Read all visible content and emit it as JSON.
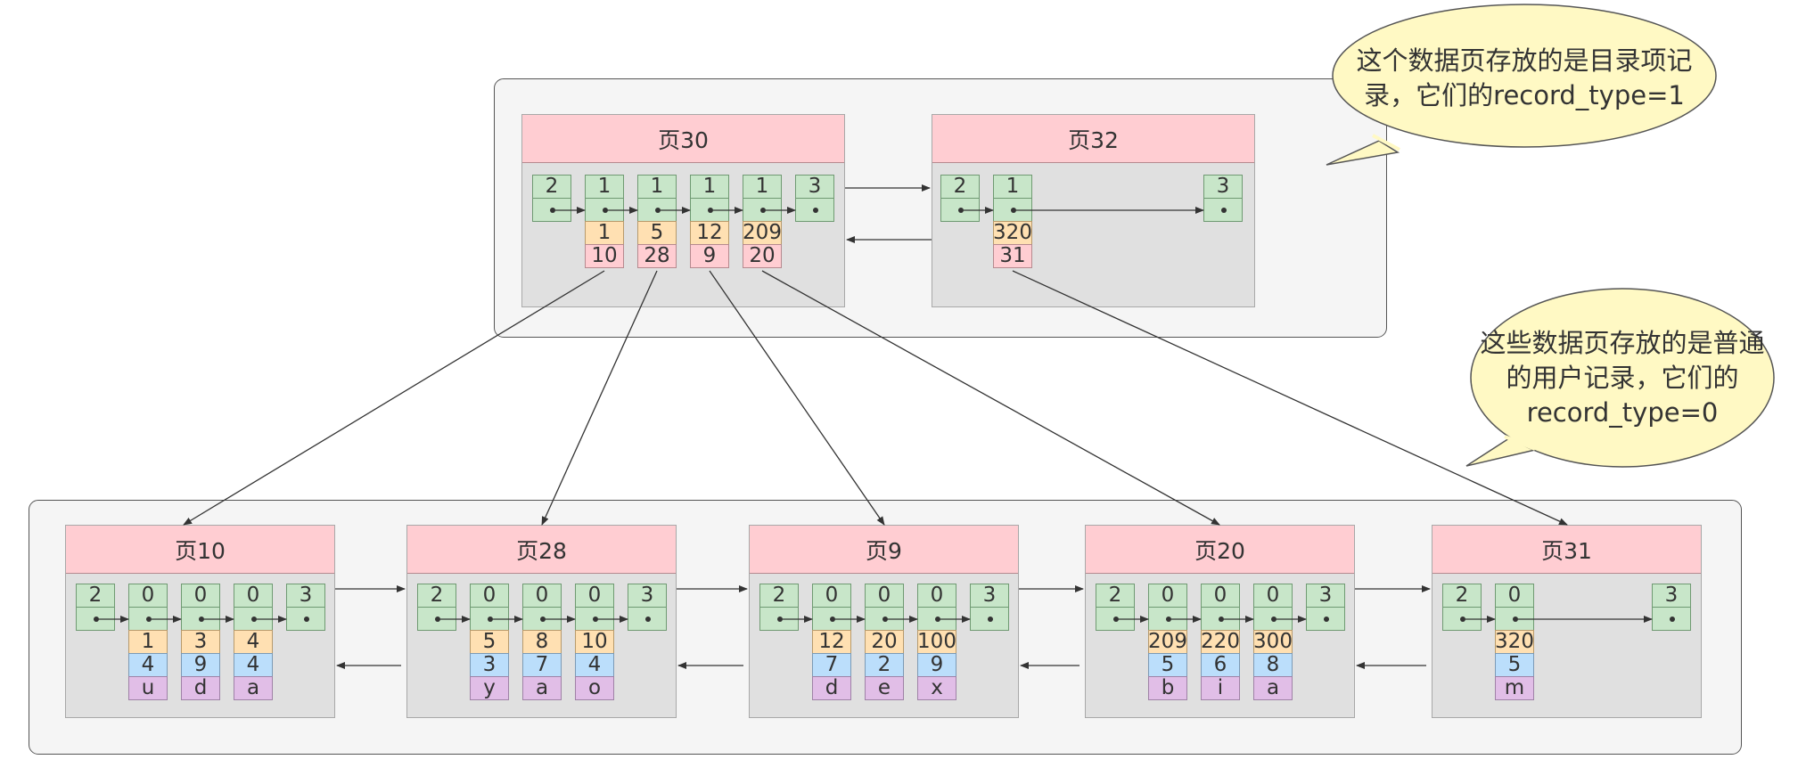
{
  "colors": {
    "page_header": "#ffcdd2",
    "page_body": "#e0e0e0",
    "record_type_cell": "#c8e6c9",
    "key_cell": "#ffe0b2",
    "page_no_cell": "#ffcdd2",
    "col2_cell": "#bbdefb",
    "col3_cell": "#e1bee7",
    "callout": "#fff9c4",
    "group_box": "#f5f5f5"
  },
  "callouts": [
    {
      "id": "directory-note",
      "text": "这个数据页存放的是目录项记录，它们的record_type=1"
    },
    {
      "id": "user-note",
      "text": "这些数据页存放的是普通的用户记录，它们的record_type=0"
    }
  ],
  "upper_pages": [
    {
      "title": "页30",
      "records": [
        {
          "type": "2"
        },
        {
          "type": "1",
          "key": "1",
          "page_no": "10"
        },
        {
          "type": "1",
          "key": "5",
          "page_no": "28"
        },
        {
          "type": "1",
          "key": "12",
          "page_no": "9"
        },
        {
          "type": "1",
          "key": "209",
          "page_no": "20"
        },
        {
          "type": "3"
        }
      ]
    },
    {
      "title": "页32",
      "records": [
        {
          "type": "2"
        },
        {
          "type": "1",
          "key": "320",
          "page_no": "31"
        },
        {
          "type": "3"
        }
      ]
    }
  ],
  "lower_pages": [
    {
      "title": "页10",
      "records": [
        {
          "type": "2"
        },
        {
          "type": "0",
          "c1": "1",
          "c2": "4",
          "c3": "u"
        },
        {
          "type": "0",
          "c1": "3",
          "c2": "9",
          "c3": "d"
        },
        {
          "type": "0",
          "c1": "4",
          "c2": "4",
          "c3": "a"
        },
        {
          "type": "3"
        }
      ]
    },
    {
      "title": "页28",
      "records": [
        {
          "type": "2"
        },
        {
          "type": "0",
          "c1": "5",
          "c2": "3",
          "c3": "y"
        },
        {
          "type": "0",
          "c1": "8",
          "c2": "7",
          "c3": "a"
        },
        {
          "type": "0",
          "c1": "10",
          "c2": "4",
          "c3": "o"
        },
        {
          "type": "3"
        }
      ]
    },
    {
      "title": "页9",
      "records": [
        {
          "type": "2"
        },
        {
          "type": "0",
          "c1": "12",
          "c2": "7",
          "c3": "d"
        },
        {
          "type": "0",
          "c1": "20",
          "c2": "2",
          "c3": "e"
        },
        {
          "type": "0",
          "c1": "100",
          "c2": "9",
          "c3": "x"
        },
        {
          "type": "3"
        }
      ]
    },
    {
      "title": "页20",
      "records": [
        {
          "type": "2"
        },
        {
          "type": "0",
          "c1": "209",
          "c2": "5",
          "c3": "b"
        },
        {
          "type": "0",
          "c1": "220",
          "c2": "6",
          "c3": "i"
        },
        {
          "type": "0",
          "c1": "300",
          "c2": "8",
          "c3": "a"
        },
        {
          "type": "3"
        }
      ]
    },
    {
      "title": "页31",
      "records": [
        {
          "type": "2"
        },
        {
          "type": "0",
          "c1": "320",
          "c2": "5",
          "c3": "m"
        },
        {
          "type": "3"
        }
      ]
    }
  ]
}
